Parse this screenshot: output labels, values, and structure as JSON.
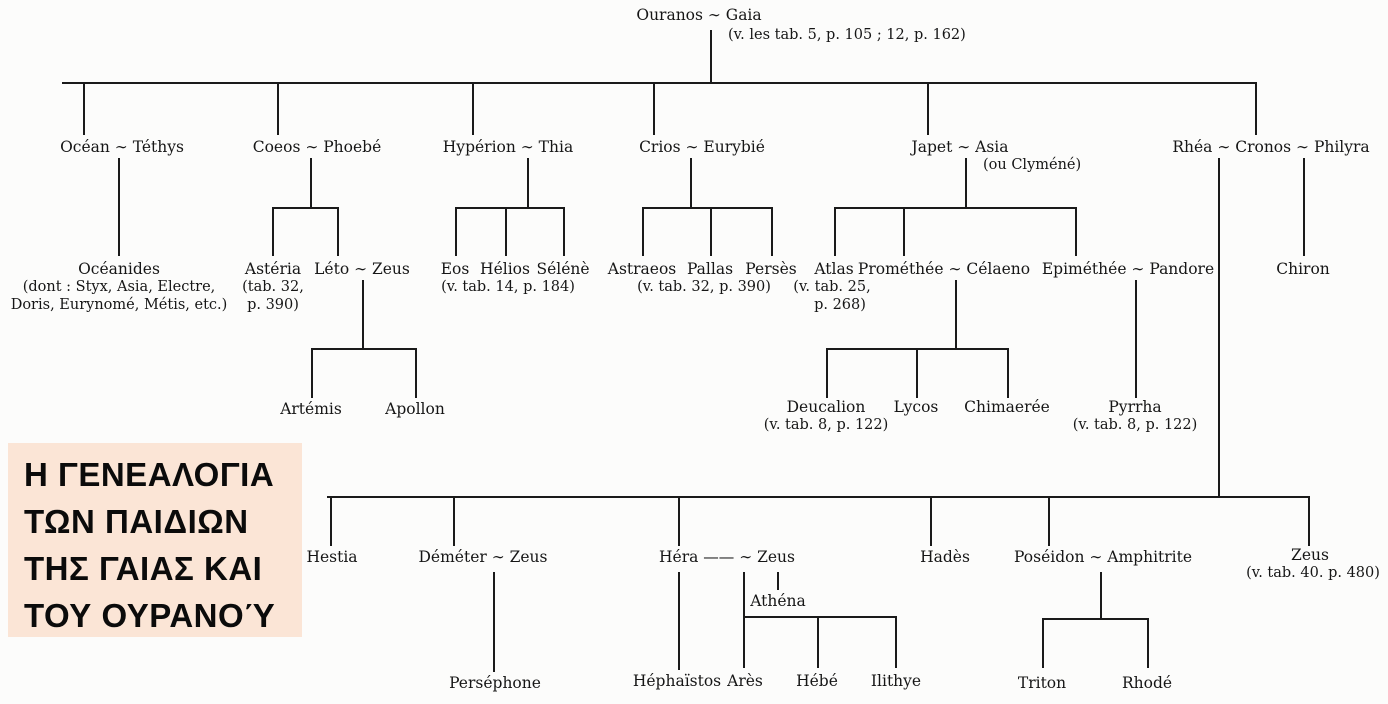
{
  "colors": {
    "background": "#fcfcfb",
    "line": "#1a1a1a",
    "text": "#161616",
    "title_box_bg": "#fbe5d6"
  },
  "title_box": {
    "line1": "Η ΓΕΝΕΑΛΟΓΙΑ",
    "line2": "ΤΩΝ ΠΑΙΔΙΩΝ",
    "line3": "ΤΗΣ ΓΑΙΑΣ ΚΑΙ",
    "line4": "ΤΟΥ ΟΥΡΑΝΟΎ"
  },
  "nodes": {
    "root": {
      "label": "Ouranos ∼ Gaia",
      "note": "(v. les tab. 5, p. 105 ; 12, p. 162)"
    },
    "ocean": {
      "label": "Océan ∼ Téthys"
    },
    "coeos": {
      "label": "Coeos ∼ Phoebé"
    },
    "hyperion": {
      "label": "Hypérion ∼ Thia"
    },
    "crios": {
      "label": "Crios ∼ Eurybié"
    },
    "japet": {
      "label": "Japet ∼ Asia",
      "note": "(ou Clyméné)"
    },
    "rhea_cronos": {
      "label": "Rhéa ∼ Cronos ∼ Philyra"
    },
    "oceanides": {
      "label": "Océanides",
      "note1": "(dont : Styx, Asia, Electre,",
      "note2": "Doris, Eurynomé, Métis, etc.)"
    },
    "asteria": {
      "label": "Astéria",
      "note1": "(tab. 32,",
      "note2": "p. 390)"
    },
    "leto": {
      "label": "Léto ∼ Zeus"
    },
    "eos": {
      "label": "Eos"
    },
    "helios": {
      "label": "Hélios"
    },
    "selene": {
      "label": "Sélénè"
    },
    "eos_group": {
      "note": "(v. tab. 14, p. 184)"
    },
    "astraeos": {
      "label": "Astraeos"
    },
    "pallas": {
      "label": "Pallas"
    },
    "perses": {
      "label": "Persès"
    },
    "astraeos_group": {
      "note": "(v. tab. 32, p. 390)"
    },
    "atlas": {
      "label": "Atlas",
      "note1": "(v. tab. 25,",
      "note2": "p. 268)"
    },
    "promethee": {
      "label": "Prométhée ∼ Célaeno"
    },
    "epimethee": {
      "label": "Epiméthée ∼ Pandore"
    },
    "chiron": {
      "label": "Chiron"
    },
    "artemis": {
      "label": "Artémis"
    },
    "apollon": {
      "label": "Apollon"
    },
    "deucalion": {
      "label": "Deucalion",
      "note": "(v. tab. 8, p. 122)"
    },
    "lycos": {
      "label": "Lycos"
    },
    "chimaeree": {
      "label": "Chimaerée"
    },
    "pyrrha": {
      "label": "Pyrrha",
      "note": "(v. tab. 8, p. 122)"
    },
    "hestia": {
      "label": "Hestia"
    },
    "demeter": {
      "label": "Déméter ∼ Zeus"
    },
    "hera_zeus": {
      "label": "Héra —— ∼ Zeus"
    },
    "hades": {
      "label": "Hadès"
    },
    "poseidon": {
      "label": "Poséidon ∼ Amphitrite"
    },
    "zeus2": {
      "label": "Zeus",
      "note": "(v. tab. 40. p. 480)"
    },
    "persephone": {
      "label": "Perséphone"
    },
    "athena": {
      "label": "Athéna"
    },
    "hephaistos": {
      "label": "Héphaïstos"
    },
    "ares": {
      "label": "Arès"
    },
    "hebe": {
      "label": "Hébé"
    },
    "ilithye": {
      "label": "Ilithye"
    },
    "triton": {
      "label": "Triton"
    },
    "rhode": {
      "label": "Rhodé"
    }
  }
}
